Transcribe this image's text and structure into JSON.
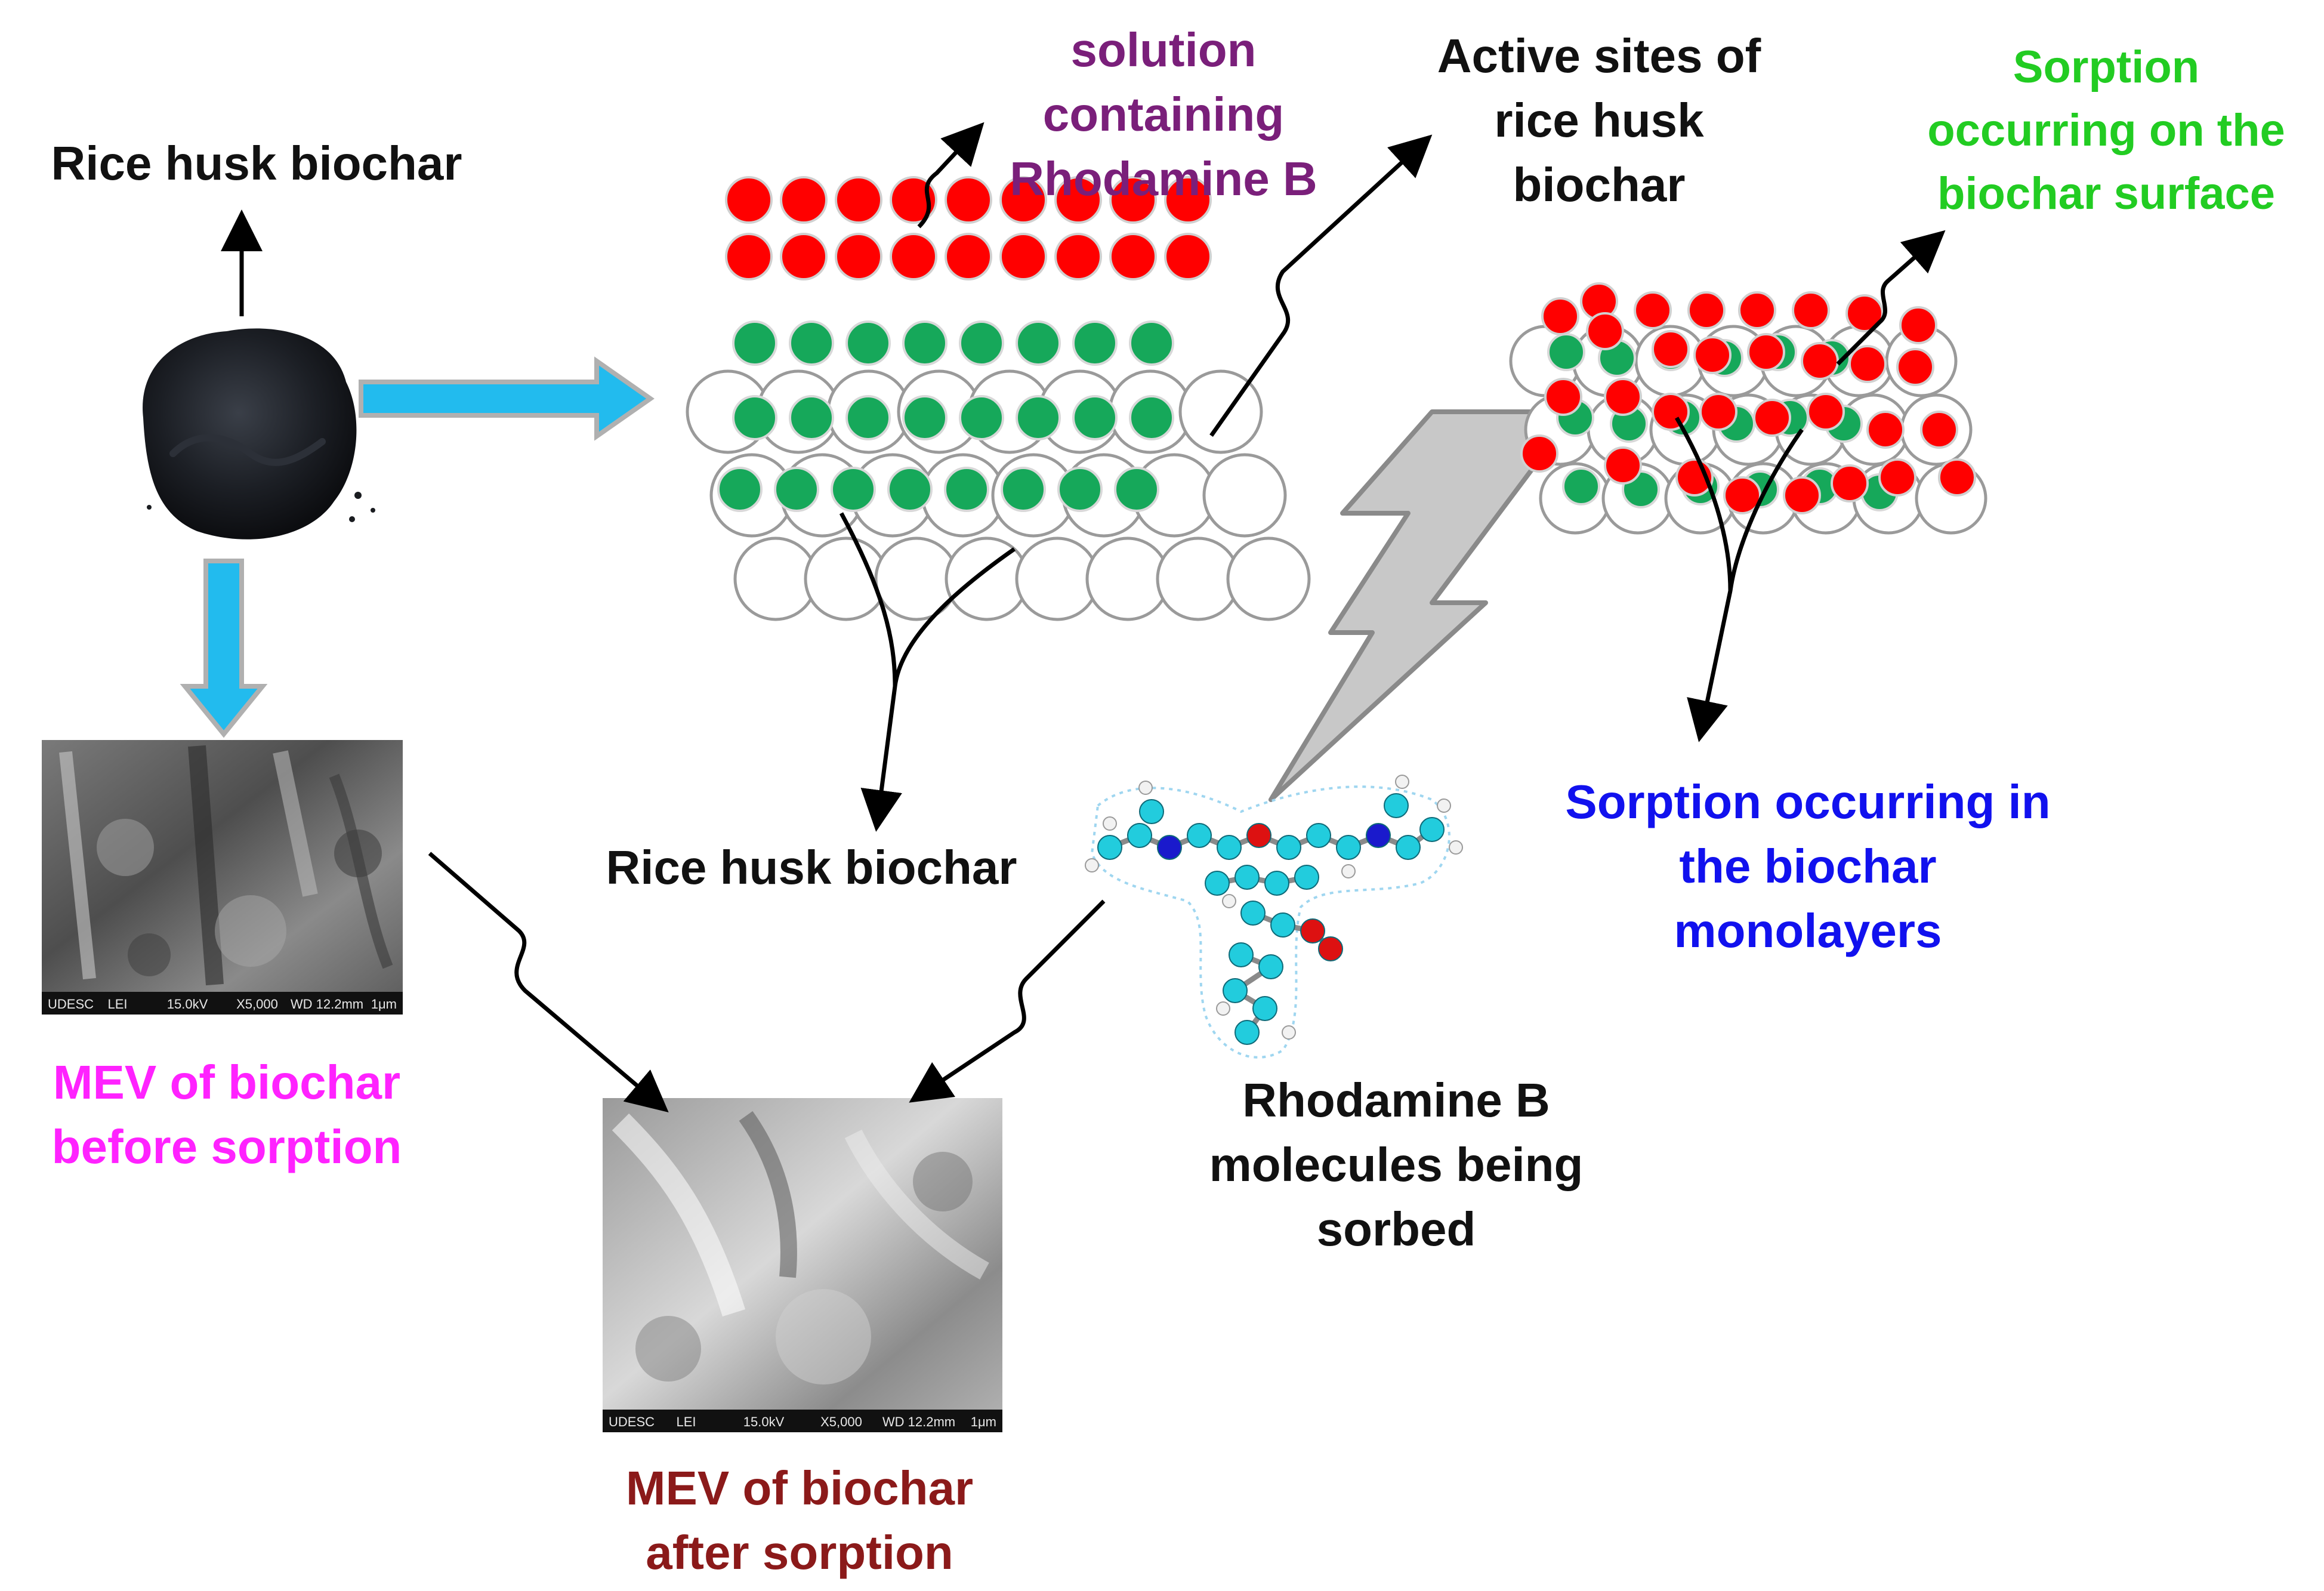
{
  "labels": {
    "biochar_top": "Rice husk biochar",
    "solution": "solution\ncontaining\nRhodamine B",
    "active_sites": "Active sites of\nrice husk\nbiochar",
    "surface_sorption": "Sorption\noccurring on the\nbiochar surface",
    "biochar_mid": "Rice husk biochar",
    "monolayer_sorption": "Sorption occurring in\nthe biochar\nmonolayers",
    "mev_before": "MEV of biochar\nbefore sorption",
    "rhodamine_molecules": "Rhodamine B\nmolecules being\nsorbed",
    "mev_after": "MEV of biochar\nafter sorption"
  },
  "sem_scale_bars": {
    "before": [
      "UDESC",
      "LEI",
      "15.0kV",
      "X5,000",
      "WD 12.2mm",
      "1μm"
    ],
    "after": [
      "UDESC",
      "LEI",
      "15.0kV",
      "X5,000",
      "WD 12.2mm",
      "1μm"
    ]
  },
  "colors": {
    "text": "#111111",
    "solution": "#7a1f7a",
    "surface_sorption": "#22cc22",
    "monolayer_sorption": "#1111ee",
    "mev_before": "#ff22ff",
    "mev_after": "#8b1a1a",
    "rhodamine_particle": "#ff0000",
    "active_site": "#16a85a",
    "flow_arrow": "#22bbee",
    "lightning": "#c8c8c8"
  }
}
